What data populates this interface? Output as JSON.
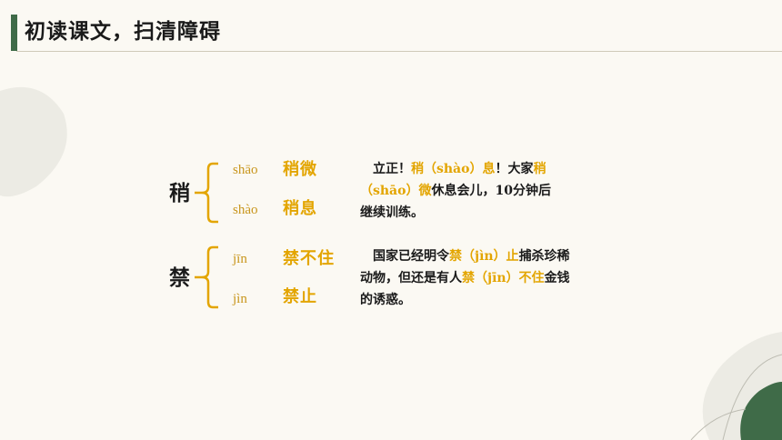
{
  "title": "初读课文，扫清障碍",
  "groups": [
    {
      "character": "稍",
      "readings": [
        {
          "pinyin": "shāo",
          "word": "稍微"
        },
        {
          "pinyin": "shào",
          "word": "稍息"
        }
      ],
      "sentence": [
        {
          "text": "立正！",
          "hl": false
        },
        {
          "text": "稍（shào）息",
          "hl": true
        },
        {
          "text": "！大家",
          "hl": false
        },
        {
          "text": "稍（shāo）微",
          "hl": true
        },
        {
          "text": "休息会儿，10分钟后继续训练。",
          "hl": false
        }
      ]
    },
    {
      "character": "禁",
      "readings": [
        {
          "pinyin": "jīn",
          "word": "禁不住"
        },
        {
          "pinyin": "jìn",
          "word": "禁止"
        }
      ],
      "sentence": [
        {
          "text": "国家已经明令",
          "hl": false
        },
        {
          "text": "禁（jìn）止",
          "hl": true
        },
        {
          "text": "捕杀珍稀动物，但还是有人",
          "hl": false
        },
        {
          "text": "禁（jīn）不住",
          "hl": true
        },
        {
          "text": "金钱的诱惑。",
          "hl": false
        }
      ]
    }
  ],
  "colors": {
    "accent": "#e3a500",
    "title_bar": "#3f6b48"
  }
}
